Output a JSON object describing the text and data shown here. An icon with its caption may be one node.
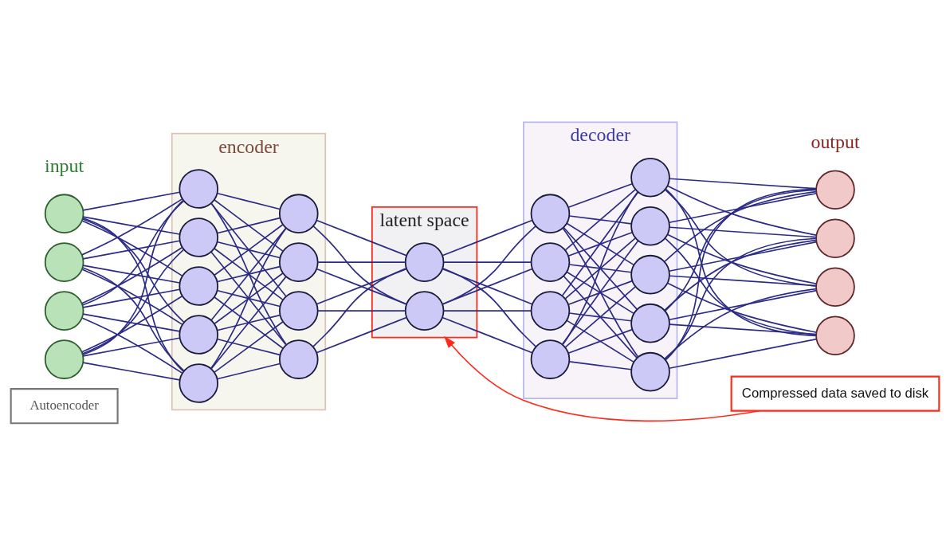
{
  "diagram": {
    "nodes": [
      {
        "text": [
          "Autoencoder"
        ]
      },
      {
        "text": [
          "encoder"
        ]
      },
      {
        "text": [
          "latent space"
        ]
      },
      {
        "text": [
          "decoder"
        ]
      },
      {
        "text": [],
        "shape": "circle"
      },
      {
        "text": [],
        "shape": "circle"
      },
      {
        "text": [],
        "shape": "circle"
      },
      {
        "text": [],
        "shape": "circle"
      },
      {
        "text": [],
        "shape": "circle",
        "in": 1
      },
      {
        "text": [],
        "shape": "circle",
        "in": 1
      },
      {
        "text": [],
        "shape": "circle",
        "in": 1
      },
      {
        "text": [],
        "shape": "circle",
        "in": 1
      },
      {
        "text": [],
        "shape": "circle",
        "in": 1
      },
      {
        "text": [],
        "shape": "circle",
        "in": 1
      },
      {
        "text": [],
        "shape": "circle",
        "in": 1
      },
      {
        "text": [],
        "shape": "circle",
        "in": 1
      },
      {
        "text": [],
        "shape": "circle",
        "in": 1
      },
      {
        "text": [],
        "shape": "circle",
        "in": 2
      },
      {
        "text": [],
        "shape": "circle",
        "in": 2
      },
      {
        "text": [],
        "shape": "circle",
        "in": 3
      },
      {
        "text": [],
        "shape": "circle",
        "in": 3
      },
      {
        "text": [],
        "shape": "circle",
        "in": 3
      },
      {
        "text": [],
        "shape": "circle",
        "in": 3
      },
      {
        "text": [],
        "shape": "circle",
        "in": 3
      },
      {
        "text": [],
        "shape": "circle",
        "in": 3
      },
      {
        "text": [],
        "shape": "circle",
        "in": 3
      },
      {
        "text": [],
        "shape": "circle",
        "in": 3
      },
      {
        "text": [],
        "shape": "circle",
        "in": 3
      },
      {
        "text": [],
        "shape": "circle"
      },
      {
        "text": [],
        "shape": "circle"
      },
      {
        "text": [],
        "shape": "circle"
      },
      {
        "text": [],
        "shape": "circle"
      },
      {
        "text": [
          "Compressed data saved to disk"
        ]
      }
    ],
    "edges": [
      {
        "from": 4,
        "to": 8,
        "arrow": "none"
      },
      {
        "from": 4,
        "to": 9,
        "arrow": "none"
      },
      {
        "from": 4,
        "to": 10,
        "arrow": "none"
      },
      {
        "from": 4,
        "to": 11,
        "arrow": "none"
      },
      {
        "from": 4,
        "to": 12,
        "arrow": "none"
      },
      {
        "from": 5,
        "to": 8,
        "arrow": "none"
      },
      {
        "from": 5,
        "to": 9,
        "arrow": "none"
      },
      {
        "from": 5,
        "to": 10,
        "arrow": "none"
      },
      {
        "from": 5,
        "to": 11,
        "arrow": "none"
      },
      {
        "from": 5,
        "to": 12,
        "arrow": "none"
      },
      {
        "from": 6,
        "to": 8,
        "arrow": "none"
      },
      {
        "from": 6,
        "to": 9,
        "arrow": "none"
      },
      {
        "from": 6,
        "to": 10,
        "arrow": "none"
      },
      {
        "from": 6,
        "to": 11,
        "arrow": "none"
      },
      {
        "from": 6,
        "to": 12,
        "arrow": "none"
      },
      {
        "from": 7,
        "to": 8,
        "arrow": "none"
      },
      {
        "from": 7,
        "to": 9,
        "arrow": "none"
      },
      {
        "from": 7,
        "to": 10,
        "arrow": "none"
      },
      {
        "from": 7,
        "to": 11,
        "arrow": "none"
      },
      {
        "from": 7,
        "to": 12,
        "arrow": "none"
      },
      {
        "from": 8,
        "to": 13,
        "arrow": "none"
      },
      {
        "from": 8,
        "to": 14,
        "arrow": "none"
      },
      {
        "from": 8,
        "to": 15,
        "arrow": "none"
      },
      {
        "from": 8,
        "to": 16,
        "arrow": "none"
      },
      {
        "from": 9,
        "to": 13,
        "arrow": "none"
      },
      {
        "from": 9,
        "to": 14,
        "arrow": "none"
      },
      {
        "from": 9,
        "to": 15,
        "arrow": "none"
      },
      {
        "from": 9,
        "to": 16,
        "arrow": "none"
      },
      {
        "from": 10,
        "to": 13,
        "arrow": "none"
      },
      {
        "from": 10,
        "to": 14,
        "arrow": "none"
      },
      {
        "from": 10,
        "to": 15,
        "arrow": "none"
      },
      {
        "from": 10,
        "to": 16,
        "arrow": "none"
      },
      {
        "from": 11,
        "to": 13,
        "arrow": "none"
      },
      {
        "from": 11,
        "to": 14,
        "arrow": "none"
      },
      {
        "from": 11,
        "to": 15,
        "arrow": "none"
      },
      {
        "from": 11,
        "to": 16,
        "arrow": "none"
      },
      {
        "from": 12,
        "to": 13,
        "arrow": "none"
      },
      {
        "from": 12,
        "to": 14,
        "arrow": "none"
      },
      {
        "from": 12,
        "to": 15,
        "arrow": "none"
      },
      {
        "from": 12,
        "to": 16,
        "arrow": "none"
      },
      {
        "from": 13,
        "to": 17,
        "arrow": "none"
      },
      {
        "from": 13,
        "to": 18,
        "arrow": "none"
      },
      {
        "from": 14,
        "to": 17,
        "arrow": "none"
      },
      {
        "from": 14,
        "to": 18,
        "arrow": "none"
      },
      {
        "from": 15,
        "to": 17,
        "arrow": "none"
      },
      {
        "from": 15,
        "to": 18,
        "arrow": "none"
      },
      {
        "from": 16,
        "to": 17,
        "arrow": "none"
      },
      {
        "from": 16,
        "to": 18,
        "arrow": "none"
      },
      {
        "from": 17,
        "to": 19,
        "arrow": "none"
      },
      {
        "from": 17,
        "to": 20,
        "arrow": "none"
      },
      {
        "from": 17,
        "to": 21,
        "arrow": "none"
      },
      {
        "from": 17,
        "to": 22,
        "arrow": "none"
      },
      {
        "from": 18,
        "to": 19,
        "arrow": "none"
      },
      {
        "from": 18,
        "to": 20,
        "arrow": "none"
      },
      {
        "from": 18,
        "to": 21,
        "arrow": "none"
      },
      {
        "from": 18,
        "to": 22,
        "arrow": "none"
      },
      {
        "from": 19,
        "to": 23,
        "arrow": "none"
      },
      {
        "from": 19,
        "to": 24,
        "arrow": "none"
      },
      {
        "from": 19,
        "to": 25,
        "arrow": "none"
      },
      {
        "from": 19,
        "to": 26,
        "arrow": "none"
      },
      {
        "from": 19,
        "to": 27,
        "arrow": "none"
      },
      {
        "from": 20,
        "to": 23,
        "arrow": "none"
      },
      {
        "from": 20,
        "to": 24,
        "arrow": "none"
      },
      {
        "from": 20,
        "to": 25,
        "arrow": "none"
      },
      {
        "from": 20,
        "to": 26,
        "arrow": "none"
      },
      {
        "from": 20,
        "to": 27,
        "arrow": "none"
      },
      {
        "from": 21,
        "to": 23,
        "arrow": "none"
      },
      {
        "from": 21,
        "to": 24,
        "arrow": "none"
      },
      {
        "from": 21,
        "to": 25,
        "arrow": "none"
      },
      {
        "from": 21,
        "to": 26,
        "arrow": "none"
      },
      {
        "from": 21,
        "to": 27,
        "arrow": "none"
      },
      {
        "from": 22,
        "to": 23,
        "arrow": "none"
      },
      {
        "from": 22,
        "to": 24,
        "arrow": "none"
      },
      {
        "from": 22,
        "to": 25,
        "arrow": "none"
      },
      {
        "from": 22,
        "to": 26,
        "arrow": "none"
      },
      {
        "from": 22,
        "to": 27,
        "arrow": "none"
      },
      {
        "from": 23,
        "to": 28,
        "arrow": "none"
      },
      {
        "from": 23,
        "to": 29,
        "arrow": "none"
      },
      {
        "from": 23,
        "to": 30,
        "arrow": "none"
      },
      {
        "from": 23,
        "to": 31,
        "arrow": "none"
      },
      {
        "from": 24,
        "to": 28,
        "arrow": "none"
      },
      {
        "from": 24,
        "to": 29,
        "arrow": "none"
      },
      {
        "from": 24,
        "to": 30,
        "arrow": "none"
      },
      {
        "from": 24,
        "to": 31,
        "arrow": "none"
      },
      {
        "from": 25,
        "to": 28,
        "arrow": "none"
      },
      {
        "from": 25,
        "to": 29,
        "arrow": "none"
      },
      {
        "from": 25,
        "to": 30,
        "arrow": "none"
      },
      {
        "from": 25,
        "to": 31,
        "arrow": "none"
      },
      {
        "from": 26,
        "to": 28,
        "arrow": "none"
      },
      {
        "from": 26,
        "to": 29,
        "arrow": "none"
      },
      {
        "from": 26,
        "to": 30,
        "arrow": "none"
      },
      {
        "from": 26,
        "to": 31,
        "arrow": "none"
      },
      {
        "from": 27,
        "to": 28,
        "arrow": "none"
      },
      {
        "from": 27,
        "to": 29,
        "arrow": "none"
      },
      {
        "from": 27,
        "to": 30,
        "arrow": "none"
      },
      {
        "from": 27,
        "to": 31,
        "arrow": "none"
      },
      {
        "from": 32,
        "to": 2,
        "arrow": "to",
        "color": "#ff2a1a"
      }
    ],
    "labels": [
      "input",
      "output"
    ]
  }
}
